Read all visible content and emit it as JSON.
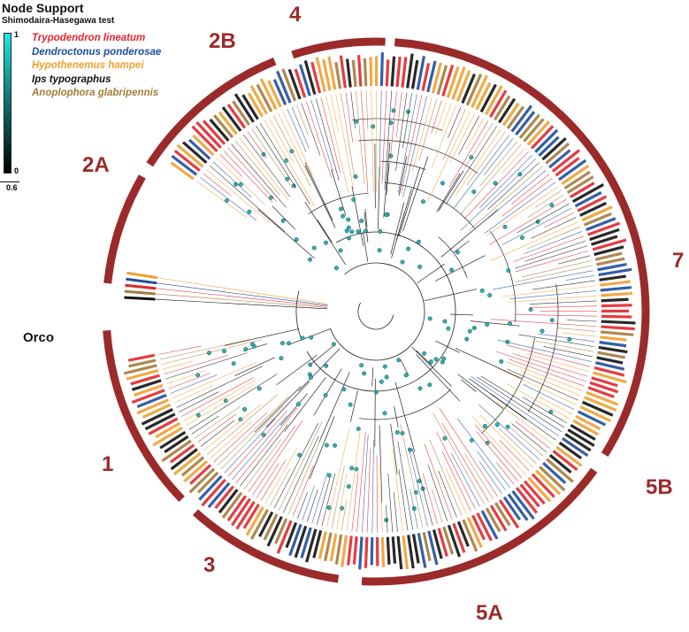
{
  "legend": {
    "title": "Node Support",
    "subtitle": "Shimodaira-Hasegawa test",
    "colorbar_max": "1",
    "colorbar_min": "0",
    "scale_bar": "0.6",
    "species": [
      {
        "name": "Trypodendron lineatum",
        "color": "#e3262c"
      },
      {
        "name": "Dendroctonus ponderosae",
        "color": "#1f4e9c"
      },
      {
        "name": "Hypothenemus hampei",
        "color": "#f0a030"
      },
      {
        "name": "Ips typographus",
        "color": "#111111"
      },
      {
        "name": "Anoplophora glabripennis",
        "color": "#a67c3c"
      }
    ]
  },
  "colors": {
    "clade_arc": "#9b2a2a",
    "node_support_high": "#2ab5b5",
    "branch": "#222222"
  },
  "clades": [
    {
      "label": "4"
    },
    {
      "label": "2B"
    },
    {
      "label": "2A"
    },
    {
      "label": "7"
    },
    {
      "label": "Orco"
    },
    {
      "label": "1"
    },
    {
      "label": "3"
    },
    {
      "label": "5A"
    },
    {
      "label": "5B"
    }
  ]
}
